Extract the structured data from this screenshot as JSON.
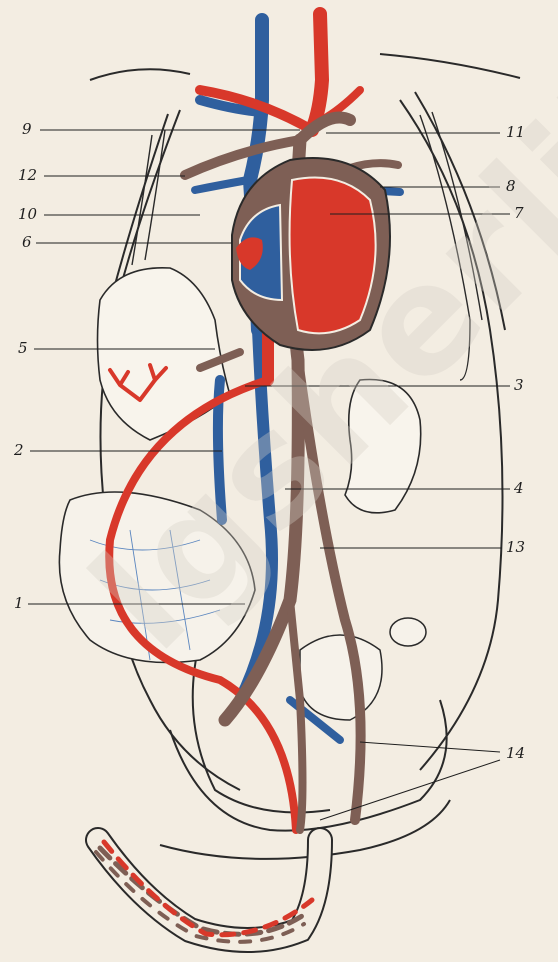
{
  "diagram": {
    "labels": [
      {
        "id": "9",
        "text": "9"
      },
      {
        "id": "12",
        "text": "12"
      },
      {
        "id": "10",
        "text": "10"
      },
      {
        "id": "6",
        "text": "6"
      },
      {
        "id": "5",
        "text": "5"
      },
      {
        "id": "2",
        "text": "2"
      },
      {
        "id": "1",
        "text": "1"
      },
      {
        "id": "11",
        "text": "11"
      },
      {
        "id": "8",
        "text": "8"
      },
      {
        "id": "7",
        "text": "7"
      },
      {
        "id": "3",
        "text": "3"
      },
      {
        "id": "4",
        "text": "4"
      },
      {
        "id": "13",
        "text": "13"
      },
      {
        "id": "14",
        "text": "14"
      }
    ],
    "colors": {
      "arterial": "#d8382a",
      "venous": "#2f5f9e",
      "mixed": "#7e5f55",
      "outline": "#2a2a2a",
      "paper": "#f3ede2"
    },
    "watermark": "lgsherlib"
  }
}
